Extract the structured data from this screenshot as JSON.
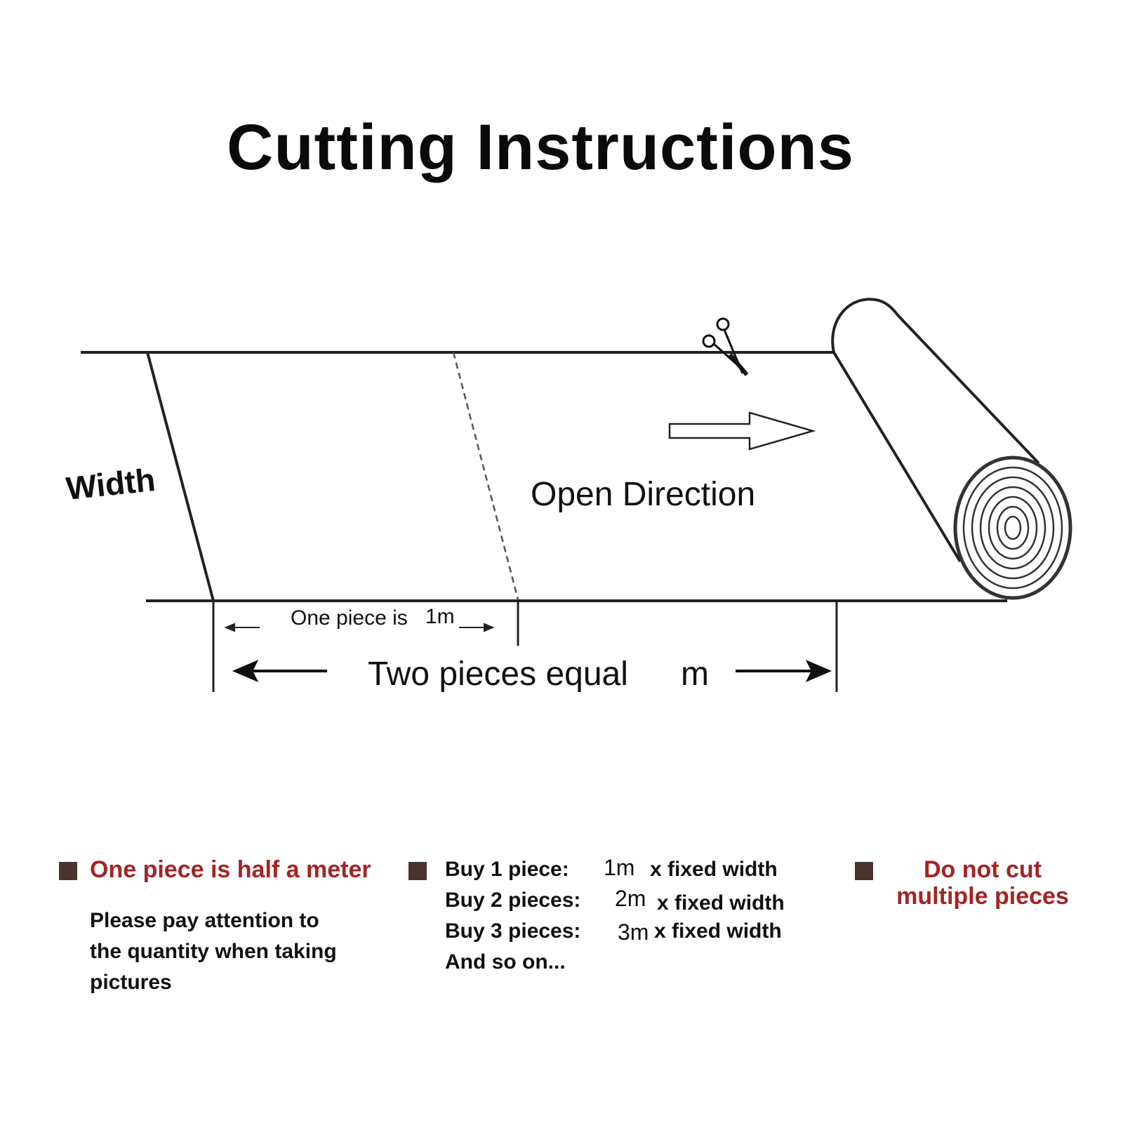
{
  "title": "Cutting Instructions",
  "diagram": {
    "width_label": "Width",
    "open_direction_label": "Open Direction",
    "one_piece_label": "One piece is",
    "one_piece_value": "1m",
    "two_pieces_label": "Two pieces equal",
    "two_pieces_unit": "m"
  },
  "notes": {
    "left": {
      "heading": "One piece is half a meter",
      "body_lines": [
        "Please pay attention to",
        "the quantity when taking",
        "pictures"
      ]
    },
    "middle": {
      "rows": [
        {
          "label": "Buy 1 piece:",
          "value": "1m",
          "suffix": "x fixed width"
        },
        {
          "label": "Buy 2 pieces:",
          "value": "2m",
          "suffix": "x fixed width"
        },
        {
          "label": "Buy 3 pieces:",
          "value": "3m",
          "suffix": "x fixed width"
        }
      ],
      "footer": "And so on..."
    },
    "right": {
      "line1": "Do not cut",
      "line2": "multiple pieces"
    }
  },
  "colors": {
    "accent_red": "#a32424",
    "bullet": "#4a3430"
  }
}
